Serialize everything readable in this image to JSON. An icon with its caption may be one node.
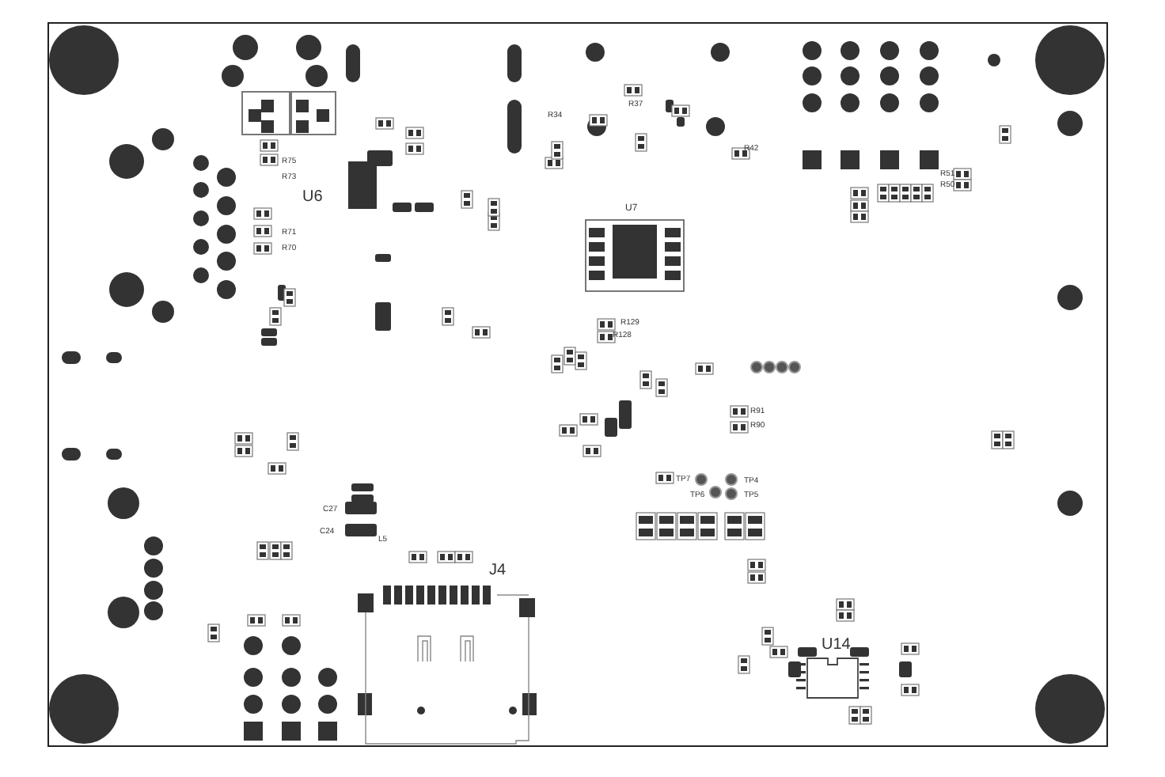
{
  "diagram": {
    "nodes": [
      {
        "text": [
          "U7"
        ]
      },
      {
        "text": [
          "J4"
        ]
      },
      {
        "text": [
          "U14"
        ]
      }
    ],
    "labels": [
      "U6",
      "R34",
      "R37",
      "R42",
      "R129",
      "R128",
      "R91",
      "R90",
      "TP7",
      "TP6",
      "TP4",
      "TP5",
      "C27",
      "C24",
      "L5",
      "R75",
      "R73",
      "R71",
      "R70",
      "R51",
      "R50"
    ]
  }
}
